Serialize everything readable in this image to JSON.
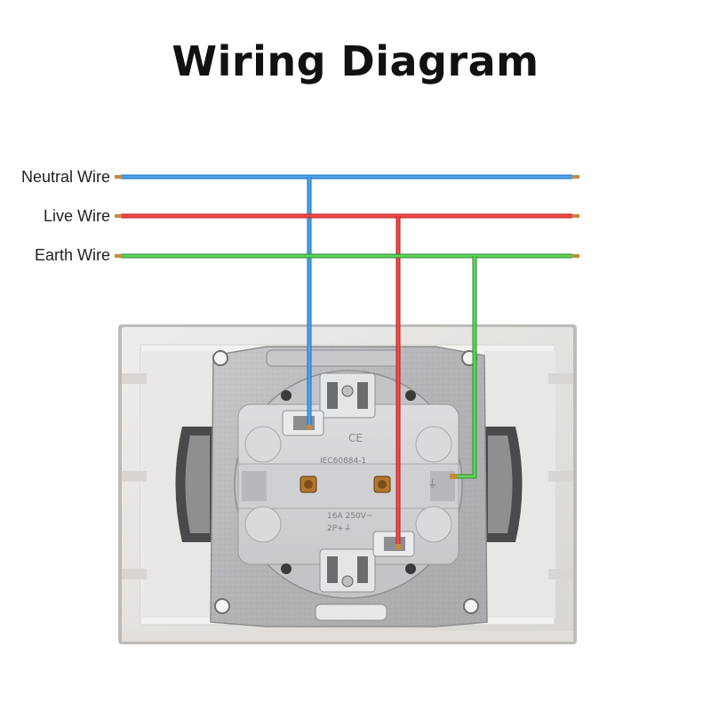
{
  "title": "Wiring Diagram",
  "wires": [
    {
      "label": "Neutral Wire",
      "color": "#3a8fd6"
    },
    {
      "label": "Live Wire",
      "color": "#e53a3a"
    },
    {
      "label": "Earth Wire",
      "color": "#4cb84c"
    }
  ],
  "socket": {
    "mark_ce": "CE",
    "standard": "IEC60884-1",
    "rating": "16A 250V~",
    "poles": "2P+⏚",
    "earth_symbol": "⏚"
  },
  "colors": {
    "frame": "#e6e3e0",
    "plate": "#b9b9bb",
    "body": "#d2d3d5",
    "copper": "#c68a3a"
  }
}
